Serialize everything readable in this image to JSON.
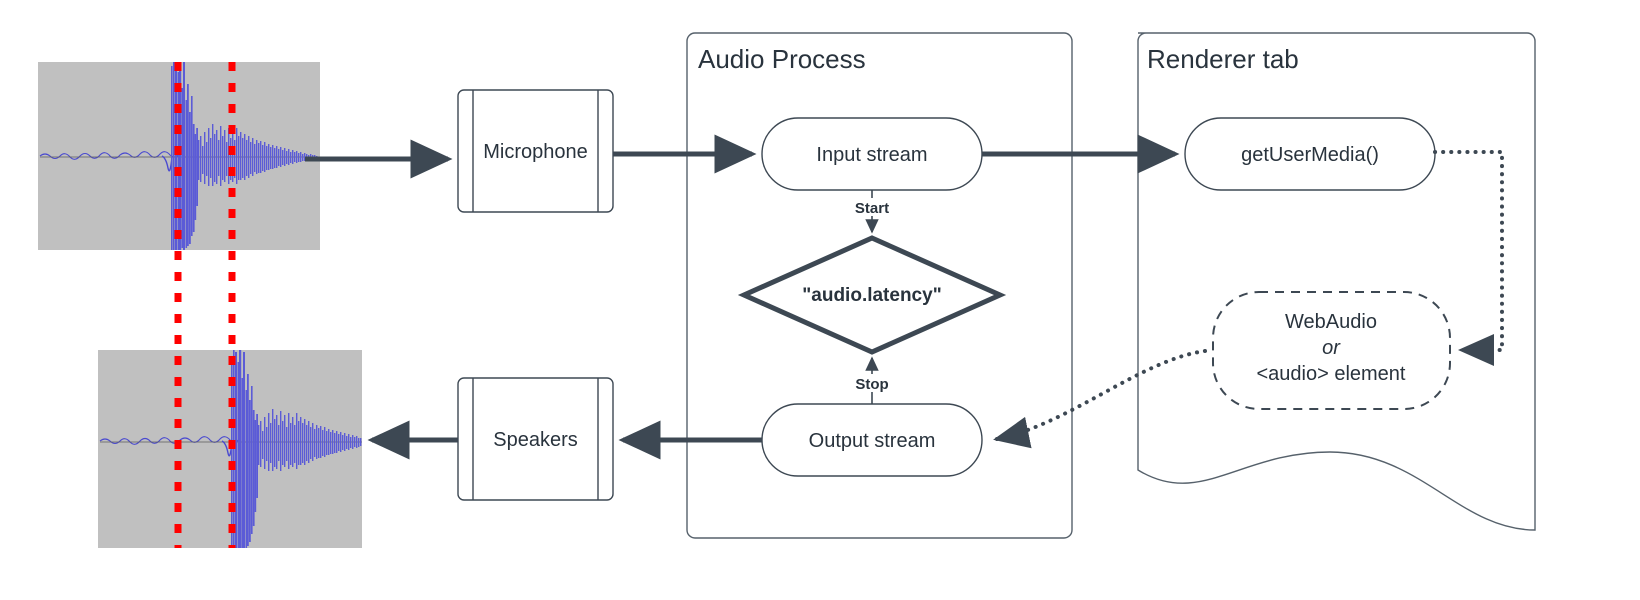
{
  "diagram": {
    "title_audio_process": "Audio Process",
    "title_renderer_tab": "Renderer tab",
    "nodes": {
      "microphone": "Microphone",
      "speakers": "Speakers",
      "input_stream": "Input stream",
      "output_stream": "Output stream",
      "latency": "\"audio.latency\"",
      "get_user_media": "getUserMedia()",
      "webaudio_line1": "WebAudio",
      "webaudio_line2": "or",
      "webaudio_line3": "<audio> element"
    },
    "edge_labels": {
      "start": "Start",
      "stop": "Stop"
    },
    "waveforms": {
      "top_name": "input-waveform",
      "bottom_name": "output-waveform",
      "marker_count": 2
    },
    "colors": {
      "stroke": "#29333d",
      "container_stroke": "#56616b",
      "node_stroke": "#3d4853",
      "waveform_bg": "#c0c0c0",
      "waveform_trace": "#5b5bd6",
      "marker_red": "#ff0000",
      "page_bg": "#ffffff"
    }
  }
}
